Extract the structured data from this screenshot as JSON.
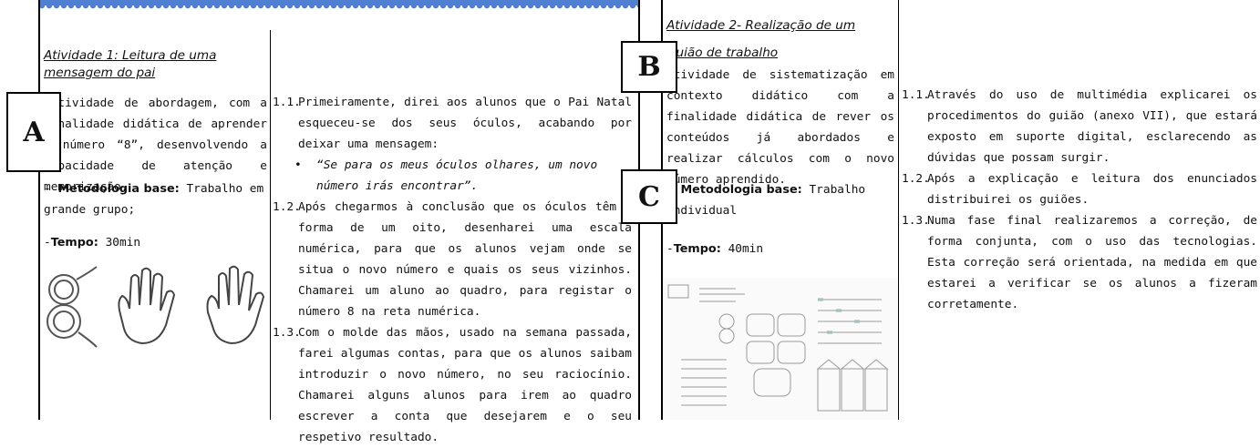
{
  "left_page": {
    "activity_title": "Atividade 1: Leitura de uma mensagem do pai",
    "description": "-Atividade de abordagem, com a finalidade didática de aprender o número “8”, desenvolvendo a capacidade de atenção e memorização.",
    "methodology_prefix": "-",
    "methodology_label": "Metodologia base:",
    "methodology_value": "Trabalho em grande grupo;",
    "time_prefix": "-",
    "time_label": "Tempo:",
    "time_value": "30min",
    "steps": [
      {
        "num": "1.1.",
        "text": "Primeiramente, direi aos alunos que o Pai Natal esqueceu-se dos seus óculos, acabando por deixar uma mensagem:"
      },
      {
        "num": "1.2.",
        "text": "Após chegarmos à conclusão que os óculos têm a forma de um oito, desenharei uma escala numérica, para que os alunos vejam onde se situa o novo número e quais os seus vizinhos. Chamarei um aluno ao quadro, para registar o número 8 na reta numérica."
      },
      {
        "num": "1.3.",
        "text": "Com o molde das mãos, usado na semana passada, farei algumas contas, para que os alunos saibam introduzir o novo número, no seu raciocínio. Chamarei alguns alunos para irem ao quadro escrever a conta que desejarem e o seu respetivo resultado."
      }
    ],
    "quote_bullet": "•",
    "quote": "“Se para os meus óculos olhares, um novo número irás encontrar”."
  },
  "right_page": {
    "activity_title": "Atividade 2- Realização de um Guião de trabalho",
    "description": "Atividade de sistematização em contexto didático com a finalidade didática de rever os conteúdos já abordados e realizar cálculos com o novo número aprendido.",
    "methodology_prefix": "-",
    "methodology_label": "Metodologia base:",
    "methodology_value": "Trabalho individual",
    "time_prefix": "-",
    "time_label": "Tempo:",
    "time_value": "40min",
    "steps": [
      {
        "num": "1.1.",
        "text": "Através do uso de multimédia explicarei os procedimentos do guião (anexo VII), que estará exposto em suporte digital, esclarecendo as dúvidas que possam surgir."
      },
      {
        "num": "1.2.",
        "text": "Após a explicação e leitura dos enunciados distribuirei os guiões."
      },
      {
        "num": "1.3.",
        "text": "Numa fase final realizaremos a correção, de forma conjunta, com o uso das tecnologias. Esta correção será orientada, na medida em que estarei a verificar se os alunos a fizeram corretamente."
      }
    ]
  },
  "labels": {
    "a": "A",
    "b": "B",
    "c": "C"
  },
  "colors": {
    "header_bar": "#4f7fd0",
    "border": "#000000",
    "text": "#111111"
  }
}
